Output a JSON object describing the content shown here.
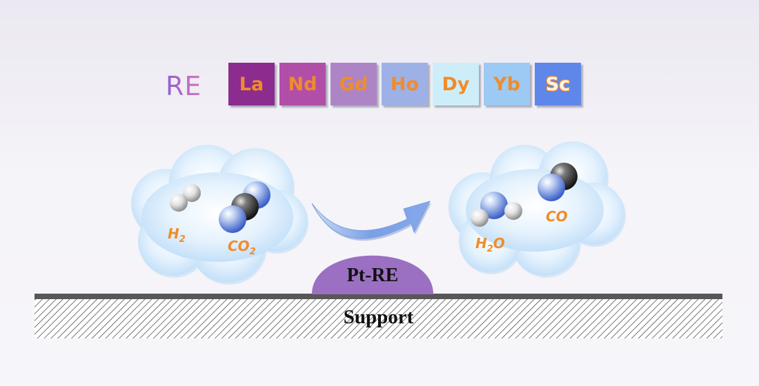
{
  "diagram": {
    "re_label": "RE",
    "elements": [
      {
        "symbol": "La",
        "color": "#8b2c8e"
      },
      {
        "symbol": "Nd",
        "color": "#b14fa8"
      },
      {
        "symbol": "Gd",
        "color": "#ad85c6"
      },
      {
        "symbol": "Ho",
        "color": "#9eb1e6"
      },
      {
        "symbol": "Dy",
        "color": "#cdeef8"
      },
      {
        "symbol": "Yb",
        "color": "#9ccaf4"
      },
      {
        "symbol": "Sc",
        "color": "#5f87ea"
      }
    ],
    "reactants": {
      "h2": {
        "base": "H",
        "sub": "2"
      },
      "co2": {
        "base": "CO",
        "sub": "2"
      }
    },
    "products": {
      "h2o": {
        "base": "H",
        "sub": "2",
        "tail": "O"
      },
      "co": {
        "base": "CO"
      }
    },
    "catalyst_label": "Pt-RE",
    "support_label": "Support",
    "colors": {
      "accent_text": "#f08c2a",
      "cloud": "#cfe7fb",
      "catalyst": "#9b70c2",
      "support_bar": "#575757"
    }
  }
}
